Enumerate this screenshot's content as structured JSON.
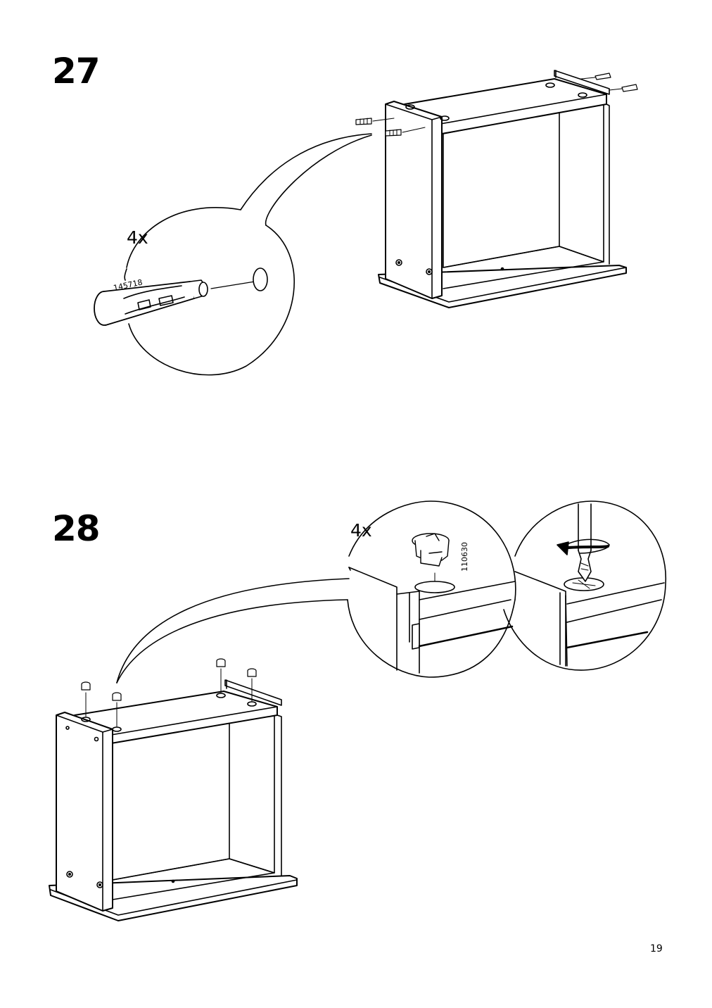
{
  "steps": [
    {
      "number": "27",
      "callout": {
        "quantity": "4x",
        "part_number": "145718"
      }
    },
    {
      "number": "28",
      "callout": {
        "quantity": "4x",
        "part_number": "110630"
      }
    }
  ],
  "page_number": "19",
  "icons": [
    "wooden-dowel-icon",
    "cam-lock-icon",
    "screwdriver-icon",
    "rotate-arrow-icon"
  ]
}
